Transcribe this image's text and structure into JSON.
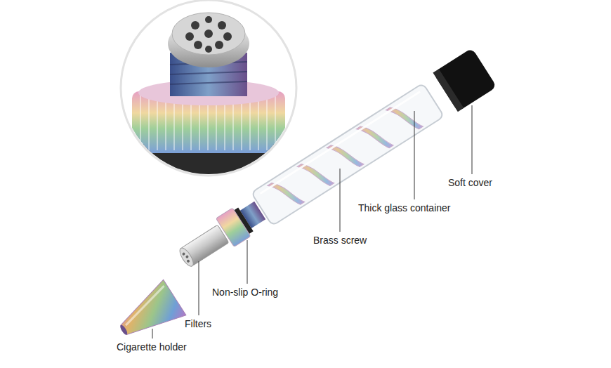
{
  "diagram": {
    "labels": [
      "Soft cover",
      "Thick glass container",
      "Brass screw",
      "Non-slip O-ring",
      "Filters",
      "Cigarette holder"
    ]
  }
}
